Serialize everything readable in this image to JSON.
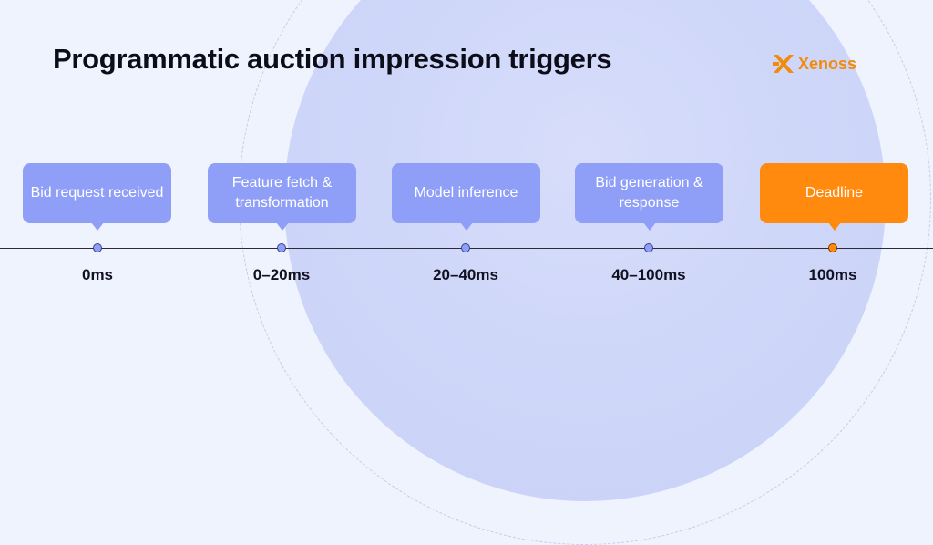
{
  "title": "Programmatic auction impression triggers",
  "logo": {
    "text": "Xenoss",
    "icon": "xenoss-x-logo-icon"
  },
  "colors": {
    "stage": "#8f9ff8",
    "deadline": "#ff8a0d",
    "axis": "#2a2a3a"
  },
  "stages": [
    {
      "label": "Bid request received",
      "time": "0ms"
    },
    {
      "label": "Feature fetch & transformation",
      "time": "0–20ms"
    },
    {
      "label": "Model inference",
      "time": "20–40ms"
    },
    {
      "label": "Bid generation & response",
      "time": "40–100ms"
    },
    {
      "label": "Deadline",
      "time": "100ms"
    }
  ]
}
